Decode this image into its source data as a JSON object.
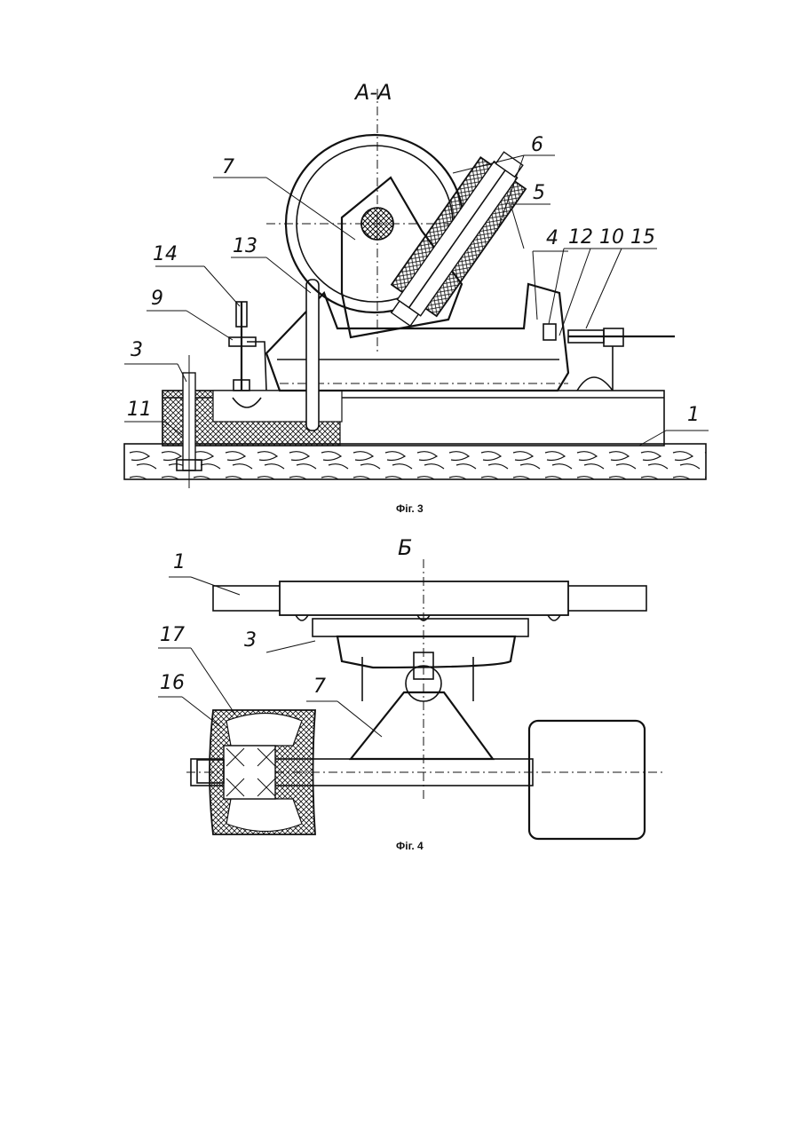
{
  "fig3": {
    "section_label": "A-A",
    "caption": "Фіг. 3",
    "labels": {
      "l1": "1",
      "l3": "3",
      "l4": "4",
      "l5": "5",
      "l6": "6",
      "l7": "7",
      "l9": "9",
      "l10": "10",
      "l11": "11",
      "l12": "12",
      "l13": "13",
      "l14": "14",
      "l15": "15"
    }
  },
  "fig4": {
    "view_label": "Б",
    "caption": "Фіг. 4",
    "labels": {
      "l1": "1",
      "l3": "3",
      "l7": "7",
      "l16": "16",
      "l17": "17"
    }
  }
}
